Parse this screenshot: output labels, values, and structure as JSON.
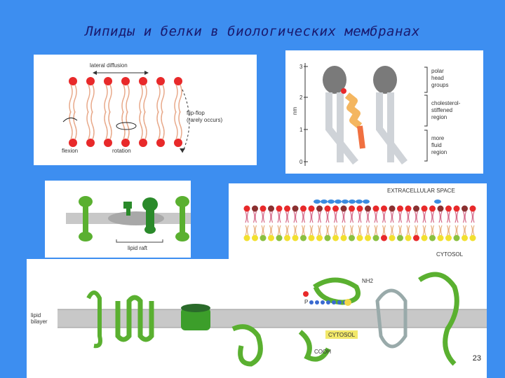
{
  "slide": {
    "title": "Липиды и белки в биологических мембранах",
    "page_number": "23"
  },
  "panel1": {
    "lateral_diffusion": "lateral diffusion",
    "flip_flop": "flip-flop",
    "rarely_occurs": "(rarely occurs)",
    "flexion": "flexion",
    "rotation": "rotation"
  },
  "panel2": {
    "axis_unit": "nm",
    "ticks": [
      "3",
      "2",
      "1",
      "0"
    ],
    "polar_head": [
      "polar",
      "head",
      "groups"
    ],
    "cholesterol_region": [
      "cholesterol-",
      "stiffened",
      "region"
    ],
    "fluid_region": [
      "more",
      "fluid",
      "region"
    ]
  },
  "panel3": {
    "lipid_raft": "lipid raft"
  },
  "panel4": {
    "extracellular": "EXTRACELLULAR SPACE",
    "cytosol": "CYTOSOL"
  },
  "panel5": {
    "lipid_bilayer": [
      "lipid",
      "bilayer"
    ],
    "nh2": "NH2",
    "cytosol": "CYTOSOL",
    "cooh": "COOH",
    "p_label": "P"
  },
  "colors": {
    "background": "#3d8ef0",
    "title": "#1a1a6e",
    "lipid_head": "#e8292a",
    "protein_green": "#5ab030",
    "membrane_gray": "#c8c8c8"
  }
}
